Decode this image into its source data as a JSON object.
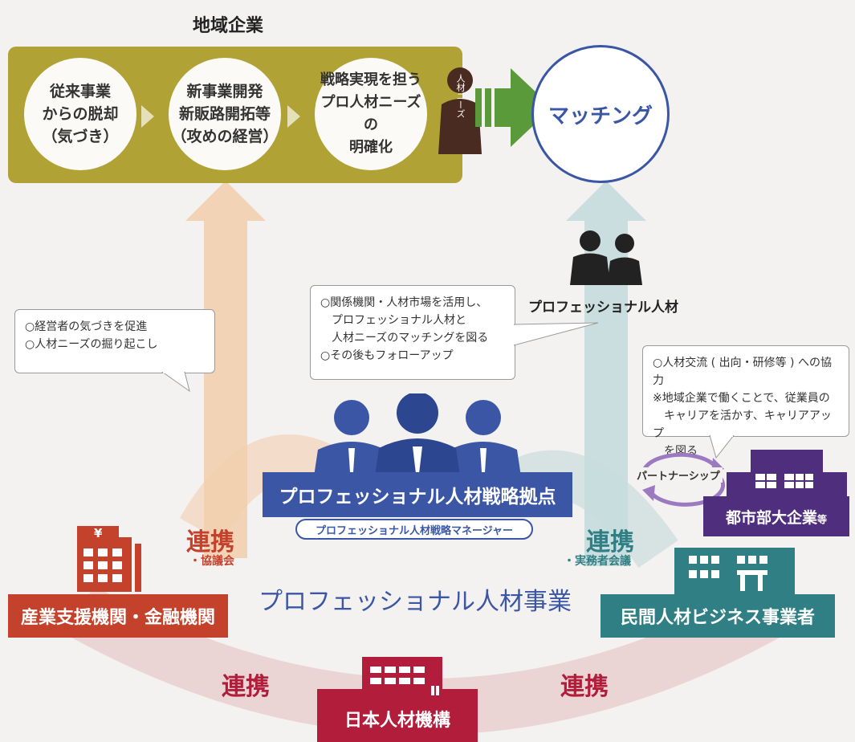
{
  "top_company": {
    "title": "地域企業",
    "step1": "従来事業\nからの脱却\n（気づき）",
    "step2": "新事業開発\n新販路開拓等\n（攻めの経営）",
    "step3": "戦略実現を担う\nプロ人材ニーズの\n明確化",
    "needs_label": "人材ニーズ"
  },
  "matching": "マッチング",
  "callouts": {
    "left": "○経営者の気づきを促進\n○人材ニーズの掘り起こし",
    "center": "○関係機関・人材市場を活用し、\n　プロフェッショナル人材と\n　人材ニーズのマッチングを図る\n○その後もフォローアップ",
    "right": "○人材交流 ( 出向・研修等 ) への協力\n※地域企業で働くことで、従業員の\n　キャリアを活かす、キャリアアップ\n　を図る"
  },
  "professionals_label": "プロフェッショナル人材",
  "hub": {
    "title": "プロフェッショナル人材戦略拠点",
    "subtitle": "プロフェッショナル人材戦略マネージャー"
  },
  "partnership": "パートナーシップ",
  "big_company": {
    "name": "都市部大企業",
    "suffix": "等"
  },
  "left_link": {
    "title": "連携",
    "sub": "・協議会"
  },
  "right_link": {
    "title": "連携",
    "sub": "・実務者会議"
  },
  "project_title": "プロフェッショナル人材事業",
  "finance_org": "産業支援機関・金融機関",
  "private_org": "民間人材ビジネス事業者",
  "jinzai_org": "日本人材機構",
  "bottom_left_link": "連携",
  "bottom_right_link": "連携",
  "yen_symbol": "¥",
  "colors": {
    "olive": "#b1a235",
    "blue": "#3a56a5",
    "red": "#c4422c",
    "teal": "#2f7f84",
    "purple": "#4f2e7d",
    "crimson": "#b11d3a",
    "green": "#5b9a3a"
  }
}
